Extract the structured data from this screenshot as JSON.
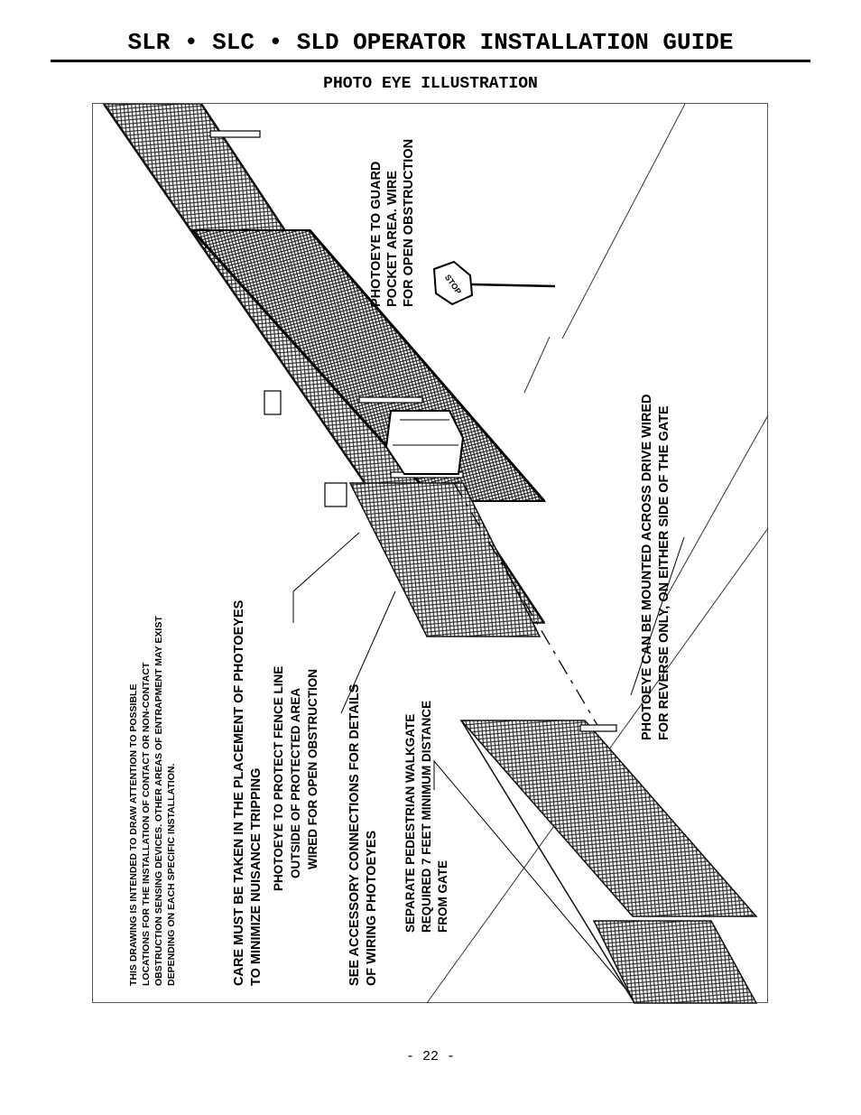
{
  "header": {
    "title": "SLR • SLC • SLD OPERATOR INSTALLATION GUIDE"
  },
  "subtitle": "PHOTO EYE ILLUSTRATION",
  "figure": {
    "notes": {
      "disclaimer": [
        "THIS DRAWING IS INTENDED TO DRAW ATTENTION TO POSSIBLE",
        "LOCATIONS FOR THE INSTALLATION OF CONTACT OR NON-CONTACT",
        "OBSTRUCTION SENSING DEVICES. OTHER AREAS OF ENTRAPMENT MAY EXIST",
        "DEPENDING ON EACH SPECIFIC INSTALLATION."
      ],
      "care": [
        "CARE MUST BE TAKEN IN THE PLACEMENT OF PHOTOEYES",
        "TO MINIMIZE NUISANCE TRIPPING"
      ],
      "fence_line": [
        "PHOTOEYE TO PROTECT FENCE LINE",
        "OUTSIDE OF PROTECTED AREA",
        "WIRED FOR OPEN OBSTRUCTION"
      ],
      "accessory": [
        "SEE ACCESSORY CONNECTIONS FOR DETAILS",
        "OF WIRING PHOTOEYES"
      ],
      "walkgate": [
        "SEPARATE PEDESTRIAN WALKGATE",
        "REQUIRED 7 FEET MINIMUM DISTANCE",
        "FROM GATE"
      ],
      "guard_pocket": [
        "PHOTOEYE TO GUARD",
        "POCKET AREA. WIRE",
        "FOR OPEN OBSTRUCTION"
      ],
      "across_drive": [
        "PHOTOEYE CAN BE MOUNTED ACROSS DRIVE WIRED",
        "FOR REVERSE ONLY, ON EITHER SIDE OF THE GATE"
      ]
    },
    "stop_sign": "STOP"
  },
  "footer": {
    "page_number": "- 22 -"
  }
}
